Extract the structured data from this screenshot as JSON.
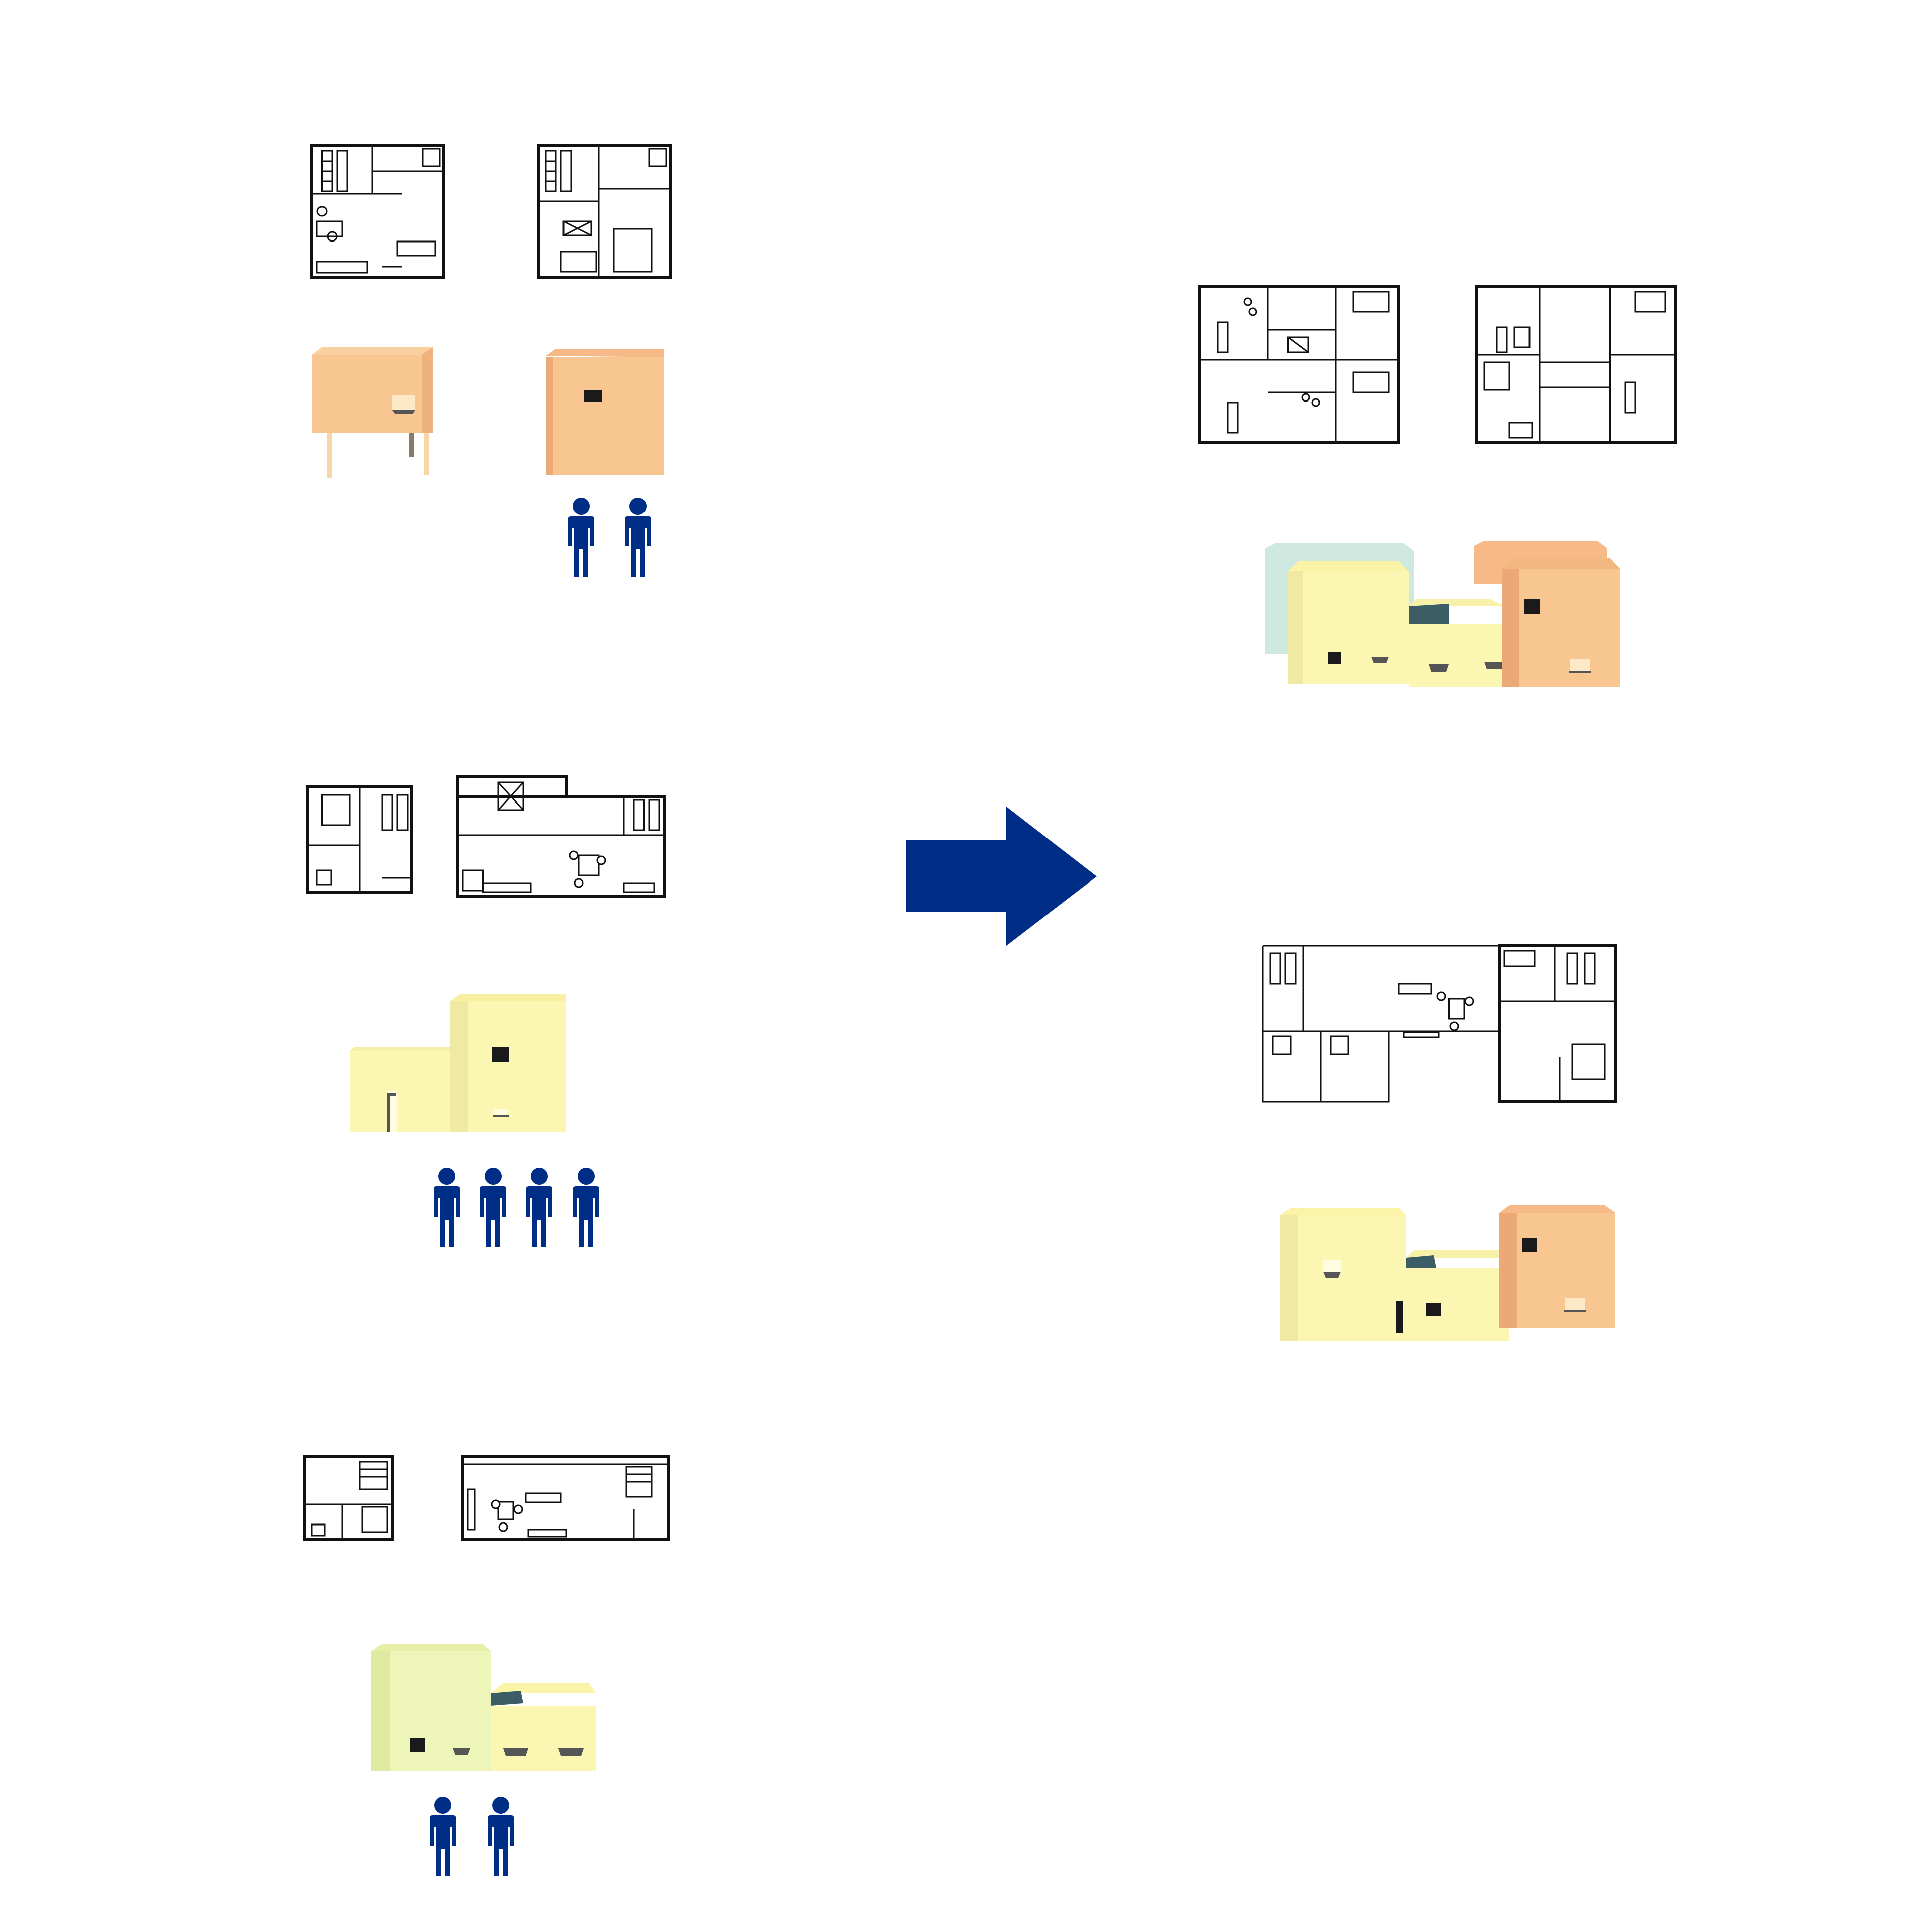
{
  "colors": {
    "background": "#ffffff",
    "arrow": "#002d86",
    "person": "#002d86",
    "orange_front": "#f8c690",
    "orange_side": "#f3b882",
    "orange_top": "#f7b988",
    "yellow_front": "#fbf7b2",
    "yellow_side": "#efe9a4",
    "yellow_top": "#fbf3a6",
    "mint_front": "#edf5b8",
    "teal_back": "#cfe8e0",
    "shadow_roof": "#3d5d66",
    "window": "#1a1a1a"
  },
  "icons": {
    "arrow": "right-arrow-icon",
    "person": "person-icon"
  },
  "groups": [
    {
      "id": "group-1",
      "people_count": 2,
      "floor_plans": 2
    },
    {
      "id": "group-2",
      "people_count": 4,
      "floor_plans": 2
    },
    {
      "id": "group-3",
      "people_count": 2,
      "floor_plans": 2
    }
  ],
  "results": [
    {
      "id": "result-1",
      "floor_plans": 2
    },
    {
      "id": "result-2",
      "floor_plans": 1
    }
  ]
}
